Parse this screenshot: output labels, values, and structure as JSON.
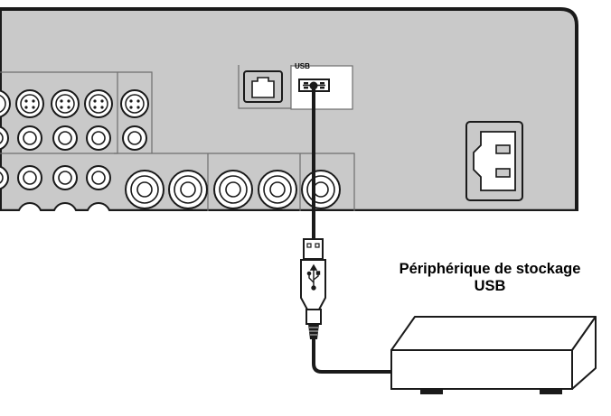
{
  "diagram": {
    "port_label": "USB",
    "device_label_line1": "Périphérique de stockage",
    "device_label_line2": "USB"
  },
  "colors": {
    "panel": "#c9c9c9",
    "outline": "#1a1a1a",
    "connector": "#ffffff"
  }
}
